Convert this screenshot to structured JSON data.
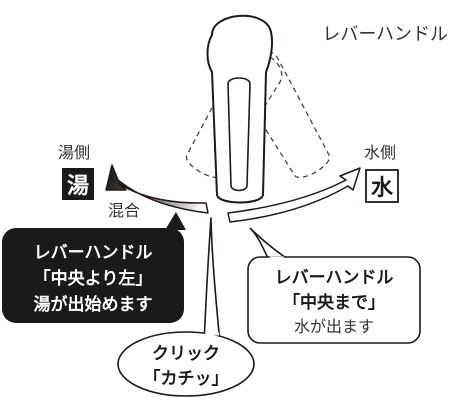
{
  "title": "レバーハンドル",
  "labels": {
    "hot_side": "湯側",
    "cold_side": "水側",
    "hot_badge": "湯",
    "cold_badge": "水",
    "mixed": "混合"
  },
  "callouts": {
    "left": [
      "レバーハンドル",
      "「中央より左」",
      "湯が出始めます"
    ],
    "right": [
      "レバーハンドル",
      "「中央まで」",
      "水が出ます"
    ],
    "click": [
      "クリック",
      "「カチッ」"
    ]
  },
  "colors": {
    "hot_arrow_start": "#b0b0b0",
    "hot_arrow_end": "#1a1a1a",
    "callout_dark": "#1a1a1a",
    "line": "#231815"
  }
}
